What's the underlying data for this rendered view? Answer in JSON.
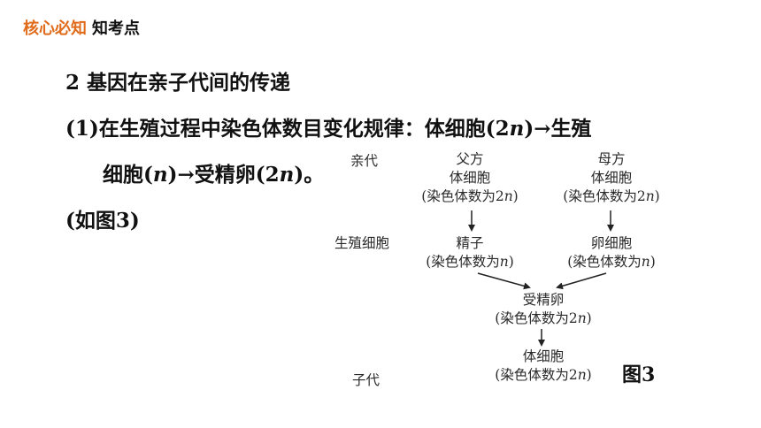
{
  "header": {
    "tag": "核心必知",
    "title": "知考点"
  },
  "content": {
    "heading": "2 基因在亲子代间的传递",
    "para1": "(1)在生殖过程中染色体数目变化规律：体细胞(2",
    "para1_var": "n",
    "para1_end": ")→生殖",
    "para2_a": "细胞(",
    "para2_var1": "n",
    "para2_b": ")→受精卵(2",
    "para2_var2": "n",
    "para2_c": ")。",
    "para3": "(如图3)"
  },
  "diagram": {
    "row_parent": "亲代",
    "row_gamete": "生殖细胞",
    "row_offspring": "子代",
    "father": "父方",
    "mother": "母方",
    "somatic": "体细胞",
    "count_2n_prefix": "(染色体数为2",
    "count_n_prefix": "(染色体数为",
    "var_n": "n",
    "close": ")",
    "sperm": "精子",
    "egg": "卵细胞",
    "zygote": "受精卵",
    "offspring_cell": "体细胞",
    "figure_label": "图3"
  }
}
